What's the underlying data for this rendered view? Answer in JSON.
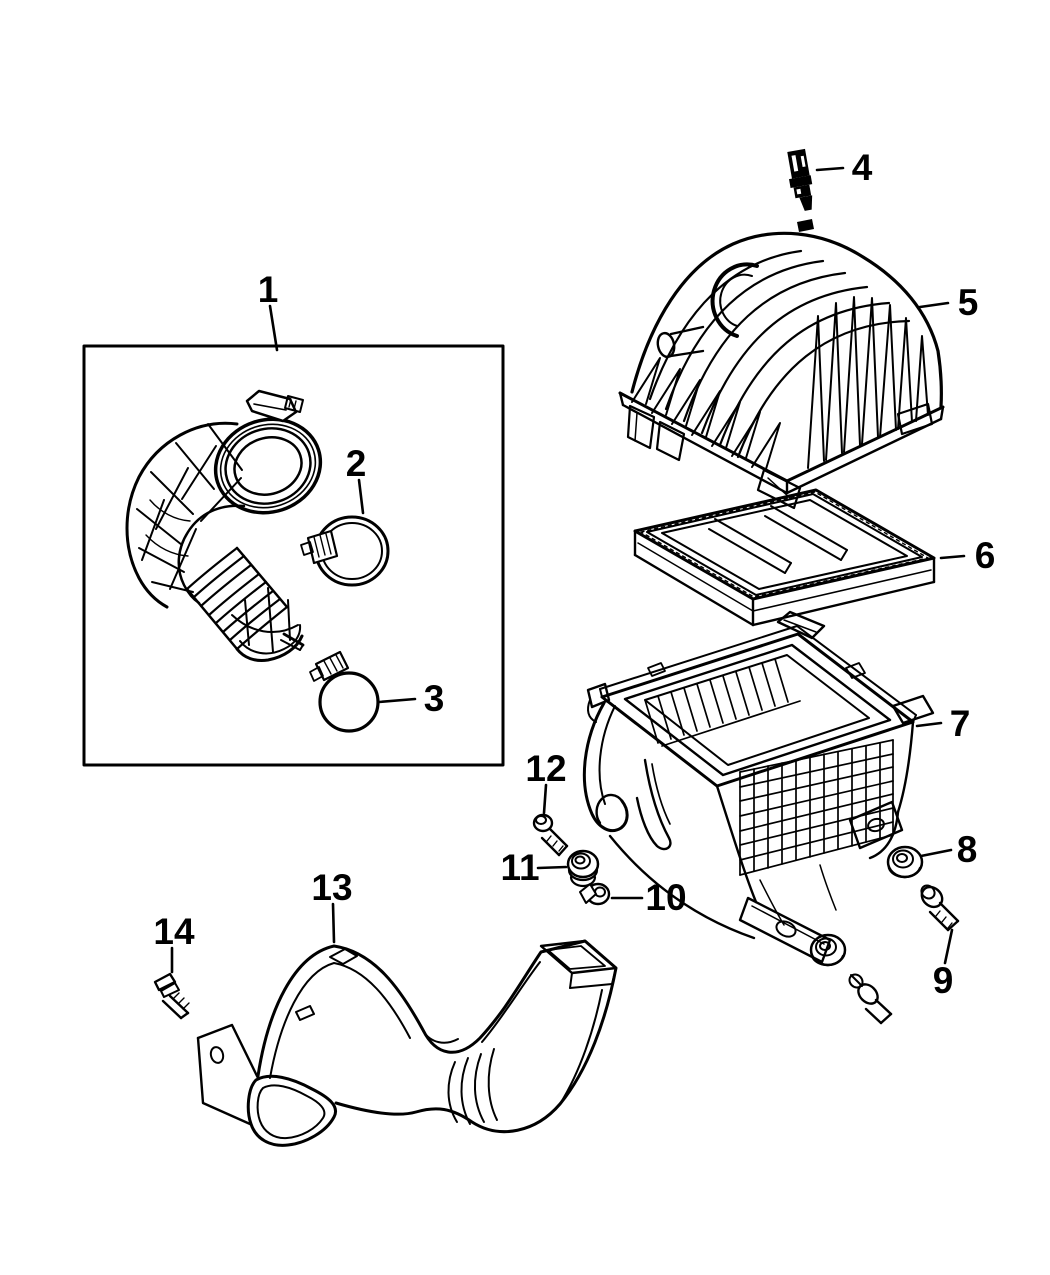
{
  "figure": {
    "background_color": "#ffffff",
    "ink_color": "#000000"
  },
  "callouts": [
    {
      "label": "1"
    },
    {
      "label": "2"
    },
    {
      "label": "3"
    },
    {
      "label": "4"
    },
    {
      "label": "5"
    },
    {
      "label": "6"
    },
    {
      "label": "7"
    },
    {
      "label": "8"
    },
    {
      "label": "9"
    },
    {
      "label": "10"
    },
    {
      "label": "11"
    },
    {
      "label": "12"
    },
    {
      "label": "13"
    },
    {
      "label": "14"
    }
  ]
}
